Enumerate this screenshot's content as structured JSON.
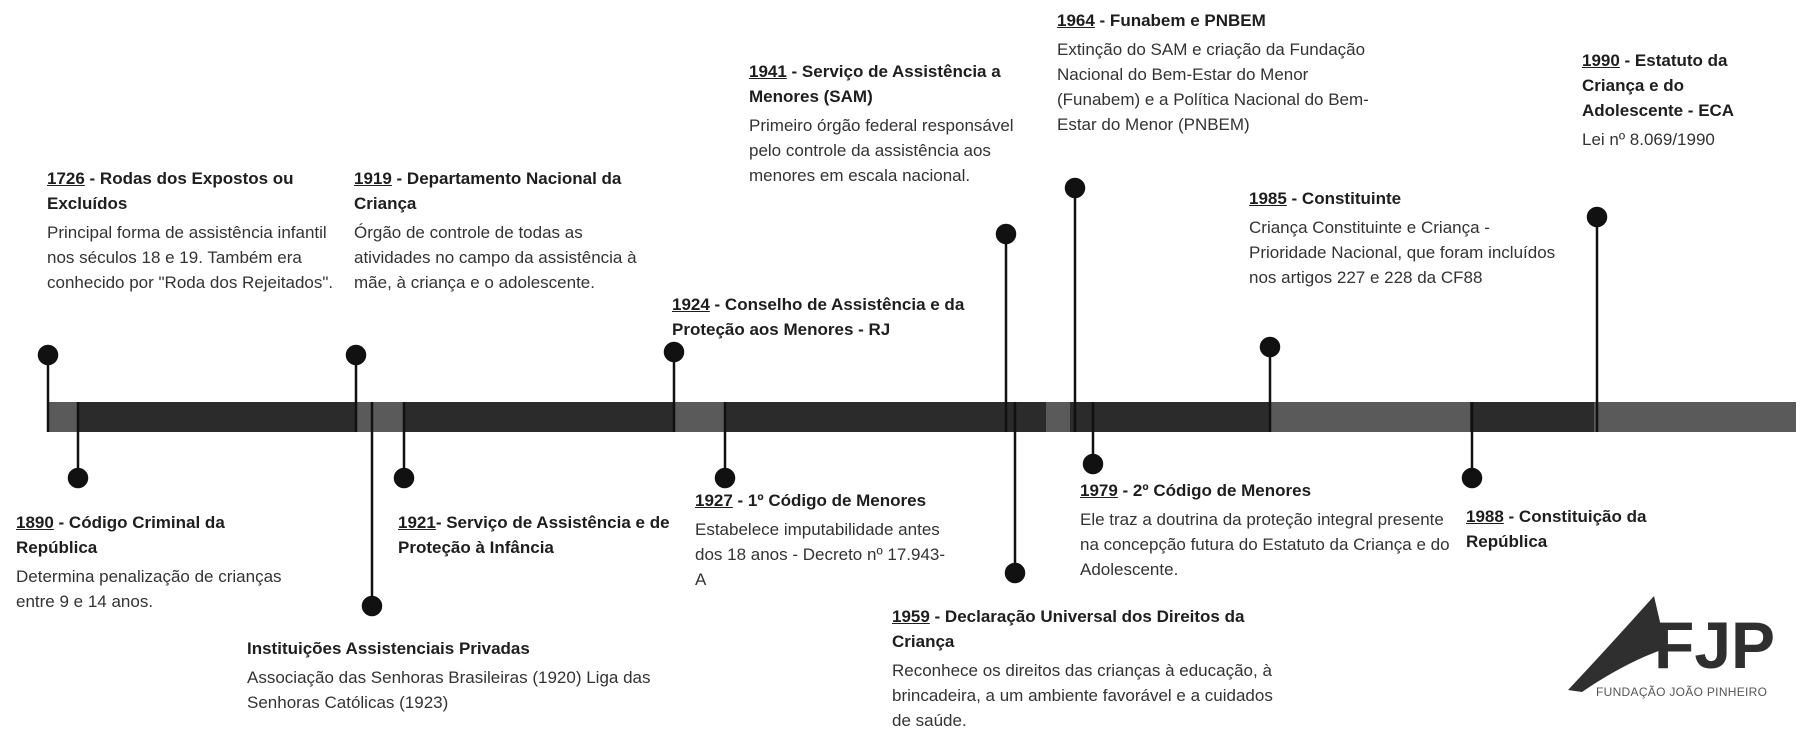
{
  "events": [
    {
      "id": "1726",
      "year": "1726",
      "title": " - Rodas dos Expostos ou Excluídos",
      "desc": "Principal forma de assistência infantil nos séculos 18 e 19. Também era conhecido por \"Roda dos Rejeitados\"."
    },
    {
      "id": "1890",
      "year": "1890",
      "title": " - Código Criminal da República",
      "desc": "Determina penalização de crianças entre 9 e 14 anos."
    },
    {
      "id": "1919",
      "year": "1919",
      "title": " - Departamento Nacional da Criança",
      "desc": "Órgão de controle de todas as atividades no campo da assistência à mãe, à criança e o adolescente."
    },
    {
      "id": "privadas",
      "year": "",
      "title": "Instituições Assistenciais Privadas",
      "desc": "Associação das Senhoras Brasileiras (1920) Liga das Senhoras Católicas (1923)"
    },
    {
      "id": "1921",
      "year": "1921",
      "title": "- Serviço de Assistência e de Proteção à Infância",
      "desc": ""
    },
    {
      "id": "1924",
      "year": "1924",
      "title": " - Conselho de Assistência e da Proteção aos Menores - RJ",
      "desc": ""
    },
    {
      "id": "1927",
      "year": "1927",
      "title": " - 1º Código de Menores",
      "desc": "Estabelece imputabilidade antes dos 18 anos - Decreto nº 17.943-A"
    },
    {
      "id": "1941",
      "year": "1941",
      "title": " - Serviço de Assistência a Menores (SAM)",
      "desc": "Primeiro órgão federal responsável pelo controle da assistência aos menores em escala nacional."
    },
    {
      "id": "1959",
      "year": "1959",
      "title": " - Declaração Universal dos Direitos da Criança",
      "desc": "Reconhece os direitos das crianças à educação, à brincadeira, a um ambiente favorável e a cuidados de saúde."
    },
    {
      "id": "1964",
      "year": "1964",
      "title": " - Funabem e PNBEM",
      "desc": "Extinção do SAM e criação da Fundação Nacional do Bem-Estar do Menor (Funabem) e a Política Nacional do Bem-Estar do Menor (PNBEM)"
    },
    {
      "id": "1979",
      "year": "1979",
      "title": " - 2º Código de Menores",
      "desc": "Ele traz a doutrina da proteção integral presente na concepção futura do Estatuto da Criança e do Adolescente."
    },
    {
      "id": "1985",
      "year": "1985",
      "title": " - Constituinte",
      "desc": "Criança Constituinte e Criança - Prioridade Nacional, que foram incluídos nos artigos 227 e 228 da CF88"
    },
    {
      "id": "1988",
      "year": "1988",
      "title": " - Constituição da República",
      "desc": ""
    },
    {
      "id": "1990",
      "year": "1990",
      "title": " - Estatuto da Criança e do Adolescente - ECA",
      "desc": "Lei nº 8.069/1990"
    }
  ],
  "logo": {
    "mark": "FJP",
    "subtitle": "FUNDAÇÃO JOÃO PINHEIRO"
  },
  "colors": {
    "bar_dark": "#2b2b2b",
    "bar_light": "#5a5a5a",
    "pin": "#111111",
    "text": "#1e1e1e"
  }
}
